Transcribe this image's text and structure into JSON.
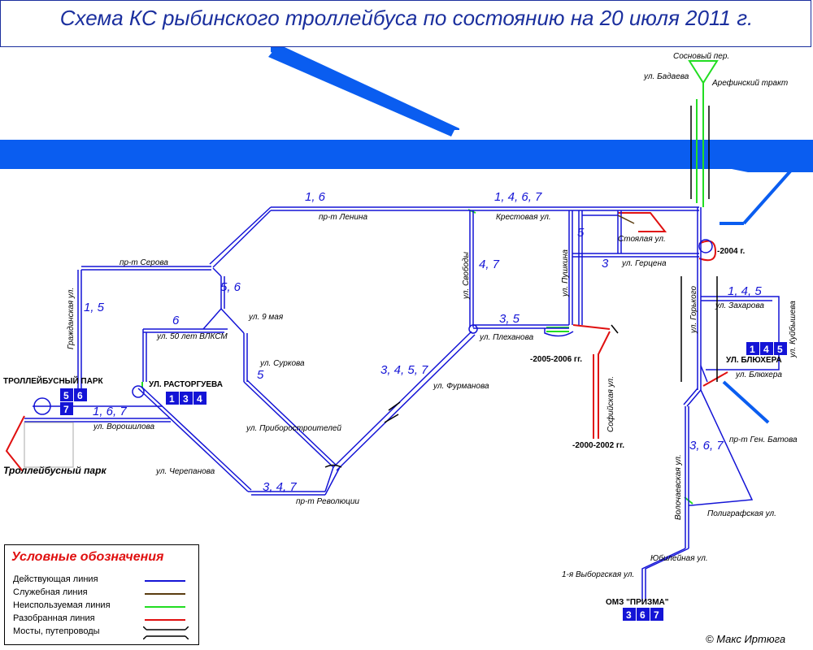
{
  "title": "Схема КС рыбинского троллейбуса по состоянию на 20 июля 2011 г.",
  "copyright": "© Макс Иртюга",
  "colors": {
    "active": "#1414d6",
    "service": "#5a3c10",
    "unused": "#22dd22",
    "removed": "#e01010",
    "river": "#0a5df0",
    "title": "#1b2f9e"
  },
  "legend": {
    "title": "Условные обозначения",
    "items": [
      {
        "label": "Действующая линия",
        "type": "active"
      },
      {
        "label": "Служебная линия",
        "type": "service"
      },
      {
        "label": "Неиспользуемая линия",
        "type": "unused"
      },
      {
        "label": "Разобранная линия",
        "type": "removed"
      },
      {
        "label": "Мосты, путепроводы",
        "type": "bridge"
      }
    ]
  },
  "streets": {
    "sosnovy": "Сосновый пер.",
    "badaeva": "ул. Бадаева",
    "arefinsky": "Арефинский тракт",
    "lenina": "пр-т Ленина",
    "krestovaya": "Крестовая ул.",
    "stoyalaya": "Стоялая ул.",
    "gertsena": "ул. Герцена",
    "pushkina": "ул. Пушкина",
    "svobody": "ул. Свободы",
    "gorkogo": "ул. Горького",
    "zakharova": "ул. Захарова",
    "kubysheva": "ул. Куйбышева",
    "blyukhera": "ул. Блюхера",
    "serova": "пр-т Серова",
    "grazhdanskaya": "Гражданская ул.",
    "let50": "ул. 50 лет ВЛКСМ",
    "may9": "ул. 9 мая",
    "surkova": "ул. Суркова",
    "plekhanova": "ул. Плеханова",
    "furmanova": "ул. Фурманова",
    "sofiyskaya": "Софийская ул.",
    "priborostroiteley": "ул. Приборостроителей",
    "voroshilova": "ул. Ворошилова",
    "cherepanova": "ул. Черепанова",
    "revolyutsii": "пр-т Революции",
    "batova": "пр-т Ген. Батова",
    "volochaevskaya": "Волочаевская ул.",
    "poligrafskaya": "Полиграфская ул.",
    "yubileynaya": "Юбилейная ул.",
    "vyborgskaya": "1-я Выборгская ул."
  },
  "routes": {
    "r16_top": "1, 6",
    "r1467": "1, 4, 6, 7",
    "r5": "5",
    "r3": "3",
    "r47": "4, 7",
    "r35": "3, 5",
    "r145": "1, 4, 5",
    "r15": "1, 5",
    "r56": "5, 6",
    "r6": "6",
    "r5b": "5",
    "r3457": "3, 4, 5, 7",
    "r167": "1, 6, 7",
    "r347": "3, 4, 7",
    "r367": "3, 6, 7"
  },
  "years": {
    "y2004": "-2004 г.",
    "y2005": "-2005-2006 гг.",
    "y2000": "-2000-2002 гг."
  },
  "terminals": {
    "park_top": {
      "label": "ТРОЛЛЕЙБУСНЫЙ ПАРК",
      "routes": [
        "5",
        "6",
        "7"
      ]
    },
    "park_bottom": {
      "label": "Троллейбусный парк"
    },
    "rastorgueva": {
      "label": "УЛ. РАСТОРГУЕВА",
      "routes": [
        "1",
        "3",
        "4"
      ]
    },
    "blyukhera": {
      "label": "УЛ. БЛЮХЕРА",
      "routes": [
        "1",
        "4",
        "5"
      ]
    },
    "prizma": {
      "label": "ОМЗ \"ПРИЗМА\"",
      "routes": [
        "3",
        "6",
        "7"
      ]
    }
  }
}
